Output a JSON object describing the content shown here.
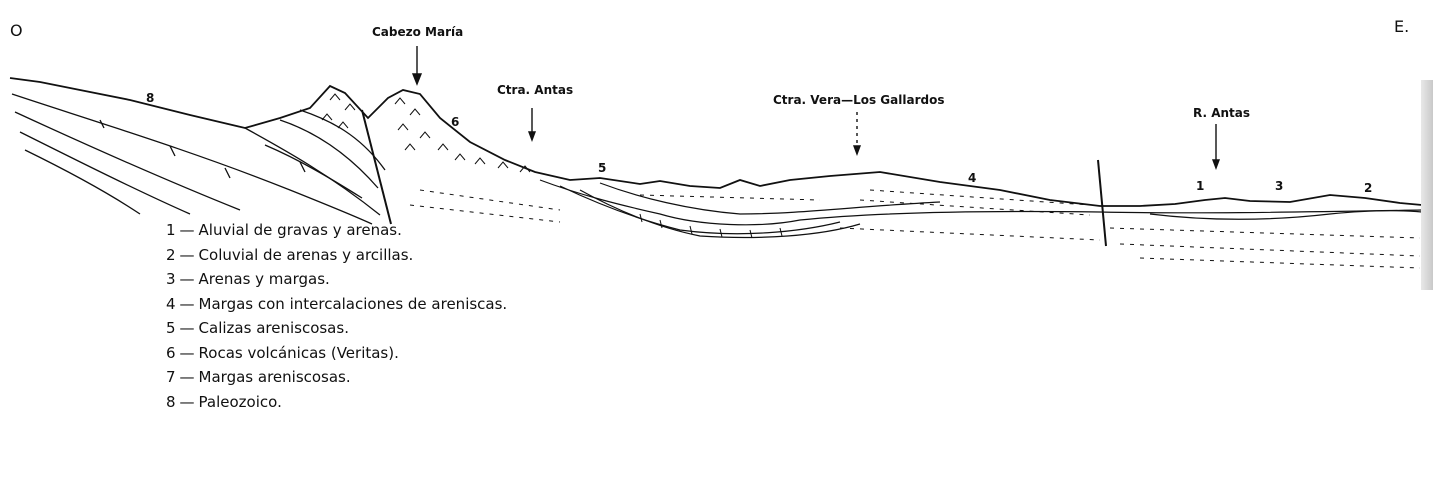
{
  "section": {
    "west": "O",
    "east": "E.",
    "places": {
      "cabezo": "Cabezo María",
      "antas_road": "Ctra. Antas",
      "vera_road": "Ctra. Vera—Los Gallardos",
      "river": "R. Antas"
    },
    "unit_labels": [
      "8",
      "6",
      "5",
      "4",
      "1",
      "3",
      "2"
    ]
  },
  "legend": [
    {
      "num": "1",
      "text": "Aluvial de gravas y arenas."
    },
    {
      "num": "2",
      "text": "Coluvial de arenas y arcillas."
    },
    {
      "num": "3",
      "text": "Arenas y margas."
    },
    {
      "num": "4",
      "text": "Margas con intercalaciones de areniscas."
    },
    {
      "num": "5",
      "text": "Calizas areniscosas."
    },
    {
      "num": "6",
      "text": "Rocas volcánicas (Veritas)."
    },
    {
      "num": "7",
      "text": "Margas areniscosas."
    },
    {
      "num": "8",
      "text": "Paleozoico."
    }
  ]
}
